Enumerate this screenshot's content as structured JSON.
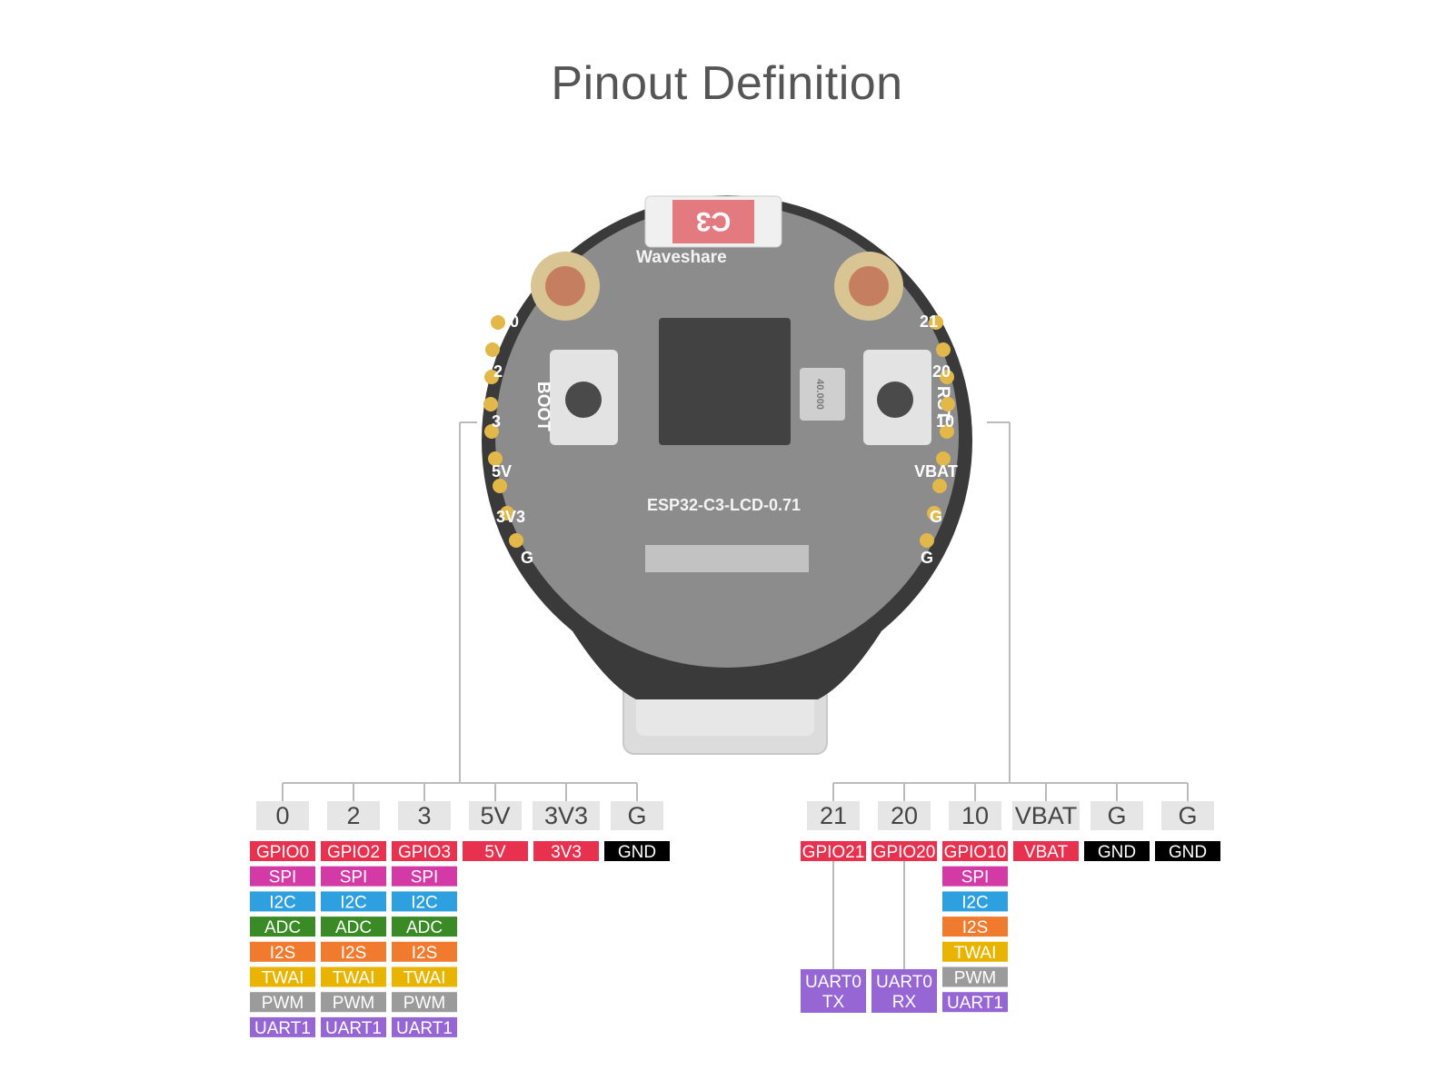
{
  "title": "Pinout Definition",
  "board": {
    "brand": "Waveshare",
    "model": "ESP32-C3-LCD-0.71",
    "chip_mark": "C3",
    "crystal_mark": "40.000",
    "button_left": "BOOT",
    "button_right": "RST",
    "left_edge_labels": [
      "0",
      "2",
      "3",
      "5V",
      "3V3",
      "G"
    ],
    "right_edge_labels": [
      "21",
      "20",
      "10",
      "VBAT",
      "G",
      "G"
    ]
  },
  "colors": {
    "gpio": "#e8304f",
    "power": "#e8304f",
    "gnd": "#000000",
    "spi": "#d43aa6",
    "i2c": "#2fa0df",
    "adc": "#3a8a26",
    "i2s": "#f07a2e",
    "twai": "#e8b400",
    "pwm": "#9b9b9b",
    "uart": "#9566d4",
    "pin_box": "#e6e6e6",
    "line": "#bbbbbb"
  },
  "pins": {
    "left": [
      {
        "label": "0",
        "functions": [
          {
            "text": "GPIO0",
            "type": "gpio"
          },
          {
            "text": "SPI",
            "type": "spi"
          },
          {
            "text": "I2C",
            "type": "i2c"
          },
          {
            "text": "ADC",
            "type": "adc"
          },
          {
            "text": "I2S",
            "type": "i2s"
          },
          {
            "text": "TWAI",
            "type": "twai"
          },
          {
            "text": "PWM",
            "type": "pwm"
          },
          {
            "text": "UART1",
            "type": "uart"
          }
        ]
      },
      {
        "label": "2",
        "functions": [
          {
            "text": "GPIO2",
            "type": "gpio"
          },
          {
            "text": "SPI",
            "type": "spi"
          },
          {
            "text": "I2C",
            "type": "i2c"
          },
          {
            "text": "ADC",
            "type": "adc"
          },
          {
            "text": "I2S",
            "type": "i2s"
          },
          {
            "text": "TWAI",
            "type": "twai"
          },
          {
            "text": "PWM",
            "type": "pwm"
          },
          {
            "text": "UART1",
            "type": "uart"
          }
        ]
      },
      {
        "label": "3",
        "functions": [
          {
            "text": "GPIO3",
            "type": "gpio"
          },
          {
            "text": "SPI",
            "type": "spi"
          },
          {
            "text": "I2C",
            "type": "i2c"
          },
          {
            "text": "ADC",
            "type": "adc"
          },
          {
            "text": "I2S",
            "type": "i2s"
          },
          {
            "text": "TWAI",
            "type": "twai"
          },
          {
            "text": "PWM",
            "type": "pwm"
          },
          {
            "text": "UART1",
            "type": "uart"
          }
        ]
      },
      {
        "label": "5V",
        "functions": [
          {
            "text": "5V",
            "type": "power"
          }
        ]
      },
      {
        "label": "3V3",
        "functions": [
          {
            "text": "3V3",
            "type": "power"
          }
        ]
      },
      {
        "label": "G",
        "functions": [
          {
            "text": "GND",
            "type": "gnd"
          }
        ]
      }
    ],
    "right": [
      {
        "label": "21",
        "functions": [
          {
            "text": "GPIO21",
            "type": "gpio"
          }
        ],
        "uart": {
          "line1": "UART0",
          "line2": "TX"
        }
      },
      {
        "label": "20",
        "functions": [
          {
            "text": "GPIO20",
            "type": "gpio"
          }
        ],
        "uart": {
          "line1": "UART0",
          "line2": "RX"
        }
      },
      {
        "label": "10",
        "functions": [
          {
            "text": "GPIO10",
            "type": "gpio"
          },
          {
            "text": "SPI",
            "type": "spi"
          },
          {
            "text": "I2C",
            "type": "i2c"
          },
          {
            "text": "I2S",
            "type": "i2s"
          },
          {
            "text": "TWAI",
            "type": "twai"
          },
          {
            "text": "PWM",
            "type": "pwm"
          },
          {
            "text": "UART1",
            "type": "uart"
          }
        ]
      },
      {
        "label": "VBAT",
        "functions": [
          {
            "text": "VBAT",
            "type": "power"
          }
        ]
      },
      {
        "label": "G",
        "functions": [
          {
            "text": "GND",
            "type": "gnd"
          }
        ]
      },
      {
        "label": "G",
        "functions": [
          {
            "text": "GND",
            "type": "gnd"
          }
        ]
      }
    ]
  }
}
